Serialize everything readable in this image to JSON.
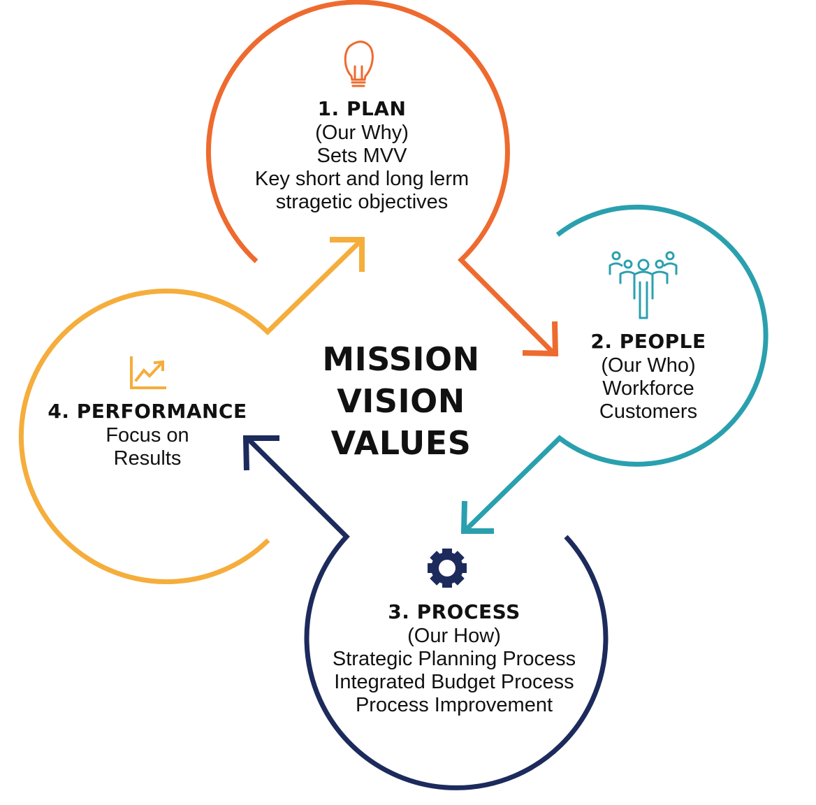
{
  "center": {
    "lines": [
      "MISSION",
      "VISION",
      "VALUES"
    ]
  },
  "steps": [
    {
      "title": "1. PLAN",
      "lines": [
        "(Our Why)",
        "Sets MVV",
        "Key short and long lerm",
        "stragetic objectives"
      ],
      "color": "#ee6a2e",
      "icon": "lightbulb-icon"
    },
    {
      "title": "2. PEOPLE",
      "lines": [
        "(Our Who)",
        "Workforce",
        "Customers"
      ],
      "color": "#2aa0ae",
      "icon": "people-group-icon"
    },
    {
      "title": "3. PROCESS",
      "lines": [
        "(Our How)",
        "Strategic Planning Process",
        "Integrated Budget Process",
        "Process Improvement"
      ],
      "color": "#1c2a5c",
      "icon": "gear-icon"
    },
    {
      "title": "4. PERFORMANCE",
      "lines": [
        "Focus on",
        "Results"
      ],
      "color": "#f5ad3b",
      "icon": "trend-chart-icon"
    }
  ]
}
